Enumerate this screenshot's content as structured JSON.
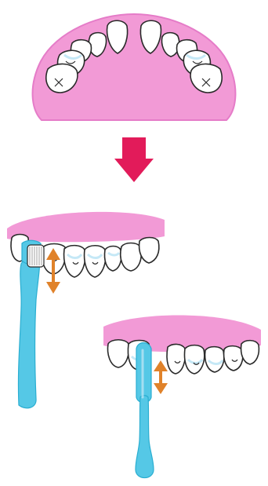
{
  "illustration": {
    "panels": [
      {
        "id": "upper-arch-overview"
      },
      {
        "id": "toothbrush-side-teeth"
      },
      {
        "id": "toothbrush-front-teeth"
      }
    ],
    "icons": {
      "transition": "down-arrow-icon",
      "motion": "vertical-double-arrow-icon"
    }
  },
  "colors": {
    "gum_pink": "#F29AD6",
    "gum_edge": "#E57CC8",
    "tooth_fill": "#FFFFFF",
    "tooth_outline": "#2A2A2A",
    "tooth_shadow": "#BFE6F5",
    "arrow_red": "#E21B5A",
    "brush_blue": "#55C8E6",
    "brush_blue_dark": "#2AAED1",
    "motion_orange": "#E0822A"
  }
}
